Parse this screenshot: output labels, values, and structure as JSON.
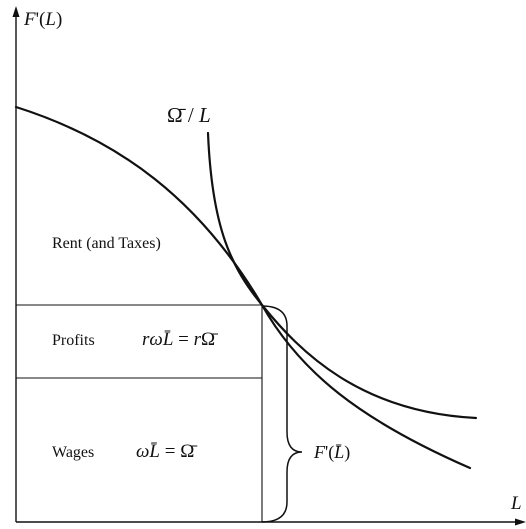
{
  "axes": {
    "y_label_main": "F",
    "y_label_prime": "'(",
    "y_label_var": "L",
    "y_label_close": ")",
    "x_label": "L"
  },
  "curves": {
    "omega_label_symbol": "Ω̄",
    "omega_label_slash": " / ",
    "omega_label_var": "L"
  },
  "regions": {
    "rent_label": "Rent (and Taxes)",
    "profits_label": "Profits",
    "profits_eq_r": "r",
    "profits_eq_omega": "ω",
    "profits_eq_L": "L̄",
    "profits_eq_equals": " = ",
    "profits_eq_r2": "r",
    "profits_eq_Omega": "Ω̄",
    "wages_label": "Wages",
    "wages_eq_omega": "ω",
    "wages_eq_L": "L̄",
    "wages_eq_equals": " = ",
    "wages_eq_Omega": "Ω̄"
  },
  "brace_label": {
    "F": "F",
    "prime_open": "'(",
    "L": "L̄",
    "close": ")"
  }
}
